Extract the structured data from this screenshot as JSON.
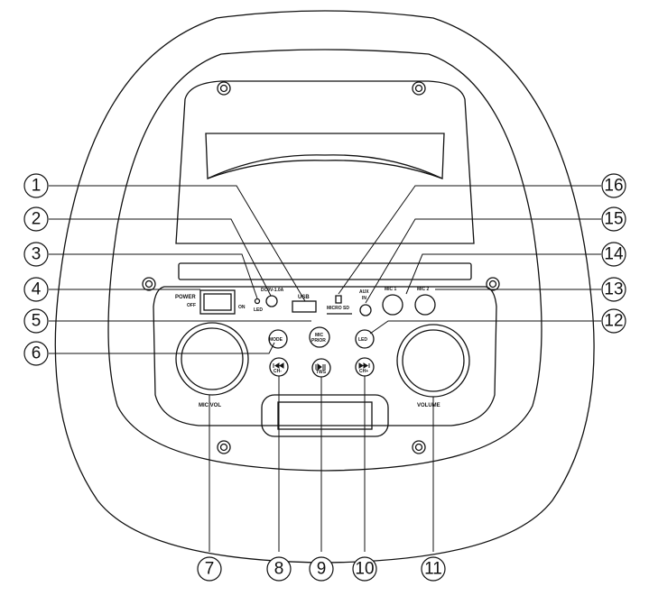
{
  "callouts": [
    "1",
    "2",
    "3",
    "4",
    "5",
    "6",
    "7",
    "8",
    "9",
    "10",
    "11",
    "12",
    "13",
    "14",
    "15",
    "16"
  ],
  "labels": {
    "usb": "USB",
    "dc": "DC9V-1.0A",
    "led_indicator": "LED",
    "power": "POWER",
    "off": "OFF",
    "on": "ON",
    "micro_sd": "MICRO SD",
    "aux": "AUX",
    "aux_in": "IN",
    "mic1": "MIC 1",
    "mic2": "MIC 2",
    "mode": "MODE",
    "mic_prior_1": "MIC",
    "mic_prior_2": "PRIOR",
    "led_button": "LED",
    "ch_minus": "CH-",
    "tws": "TWS",
    "ch_plus": "CH+",
    "mic_vol": "MIC.VOL",
    "volume": "VOLUME"
  },
  "colors": {
    "line": "#111111",
    "background": "#ffffff"
  }
}
